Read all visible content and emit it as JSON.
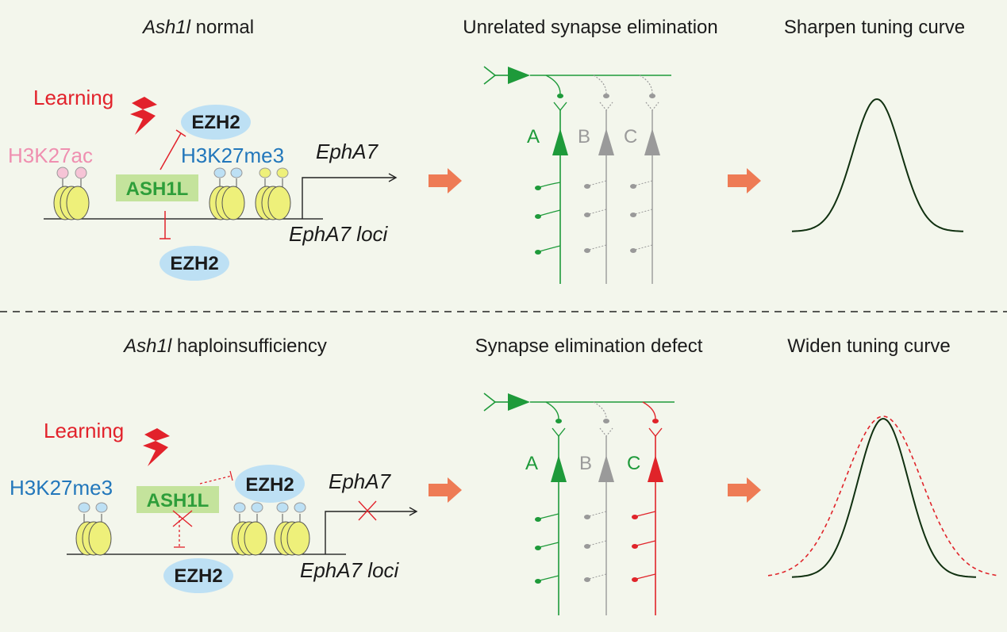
{
  "colors": {
    "background": "#f3f6ec",
    "learning_red": "#e2222b",
    "ac_pink": "#ef8fb0",
    "me3_blue": "#2277bb",
    "ash1l_green": "#2e9e3a",
    "ash1l_box": "#c4e39c",
    "ezh2_fill": "#bde0f4",
    "nucleosome": "#eef07a",
    "arrow_orange": "#ee7b55",
    "neuron_green": "#1e9a3a",
    "neuron_gray": "#9a9a9a",
    "neuron_red": "#e0242a",
    "curve_dark": "#103010"
  },
  "top": {
    "title_gene": "Ash1l",
    "title_rest": " normal",
    "learning": "Learning",
    "mark_ac": "H3K27ac",
    "mark_me3": "H3K27me3",
    "ash1l": "ASH1L",
    "ezh2_upper": "EZH2",
    "ezh2_lower": "EZH2",
    "gene": "EphA7",
    "loci": "EphA7 loci",
    "synapse_title": "Unrelated synapse elimination",
    "neuron_a": "A",
    "neuron_b": "B",
    "neuron_c": "C",
    "curve_title": "Sharpen tuning curve"
  },
  "bottom": {
    "title_gene": "Ash1l",
    "title_rest": " haploinsufficiency",
    "learning": "Learning",
    "mark_me3": "H3K27me3",
    "ash1l": "ASH1L",
    "ezh2_upper": "EZH2",
    "ezh2_lower": "EZH2",
    "gene": "EphA7",
    "loci": "EphA7 loci",
    "synapse_title": "Synapse elimination defect",
    "neuron_a": "A",
    "neuron_b": "B",
    "neuron_c": "C",
    "curve_title": "Widen tuning curve"
  }
}
